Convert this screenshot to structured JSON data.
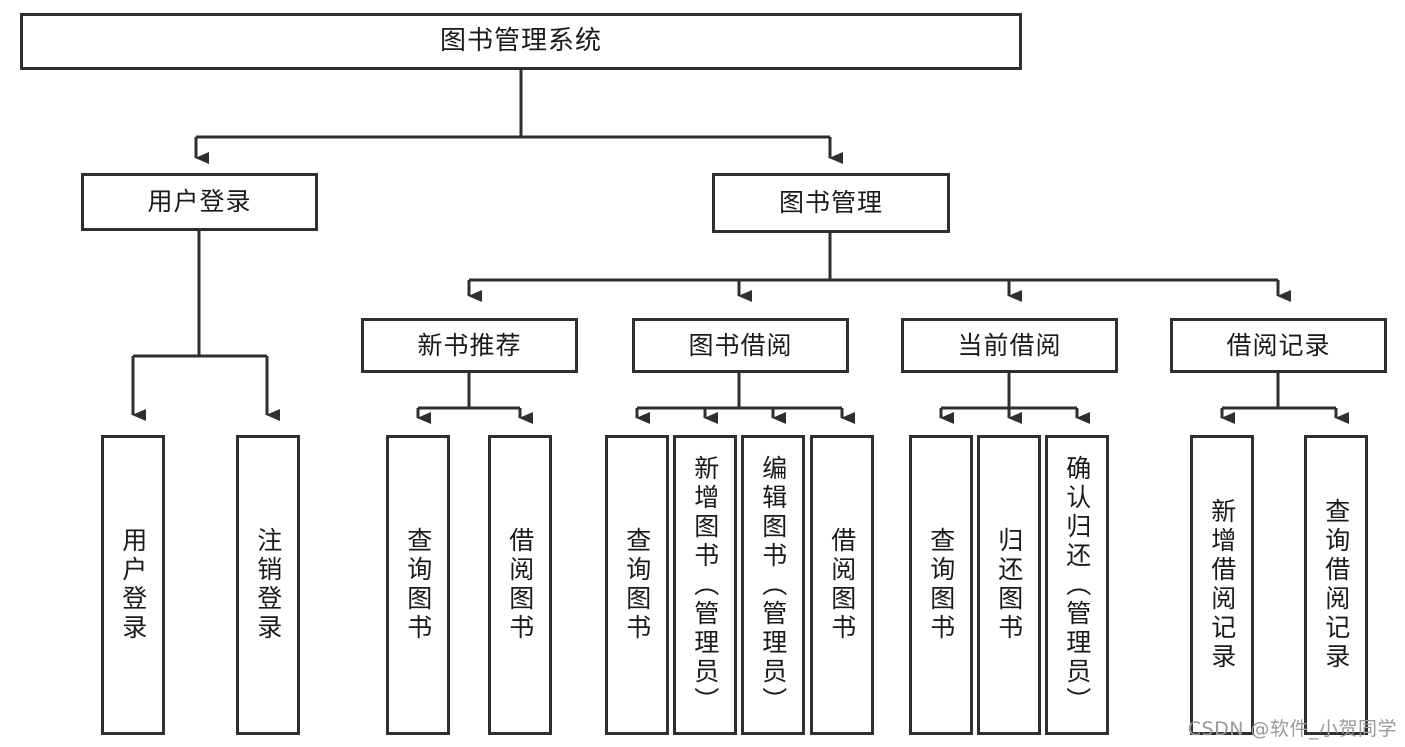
{
  "diagram": {
    "type": "tree-hierarchy",
    "title": "图书管理系统",
    "root": {
      "id": "root",
      "label": "图书管理系统",
      "level": 0
    },
    "level1": [
      {
        "id": "user-login",
        "label": "用户登录"
      },
      {
        "id": "book-management",
        "label": "图书管理"
      }
    ],
    "level2": [
      {
        "id": "new-book-recommend",
        "label": "新书推荐",
        "parent": "book-management"
      },
      {
        "id": "book-borrow",
        "label": "图书借阅",
        "parent": "book-management"
      },
      {
        "id": "current-borrow",
        "label": "当前借阅",
        "parent": "book-management"
      },
      {
        "id": "borrow-record",
        "label": "借阅记录",
        "parent": "book-management"
      }
    ],
    "leaves": [
      {
        "id": "leaf-user-login",
        "label": "用户登录",
        "parent": "user-login"
      },
      {
        "id": "leaf-logout",
        "label": "注销登录",
        "parent": "user-login"
      },
      {
        "id": "leaf-query-book-1",
        "label": "查询图书",
        "parent": "new-book-recommend"
      },
      {
        "id": "leaf-borrow-book-1",
        "label": "借阅图书",
        "parent": "new-book-recommend"
      },
      {
        "id": "leaf-query-book-2",
        "label": "查询图书",
        "parent": "book-borrow"
      },
      {
        "id": "leaf-add-book",
        "label": "新增图书（管理员）",
        "parent": "book-borrow"
      },
      {
        "id": "leaf-edit-book",
        "label": "编辑图书（管理员）",
        "parent": "book-borrow"
      },
      {
        "id": "leaf-borrow-book-2",
        "label": "借阅图书",
        "parent": "book-borrow"
      },
      {
        "id": "leaf-query-book-3",
        "label": "查询图书",
        "parent": "current-borrow"
      },
      {
        "id": "leaf-return-book",
        "label": "归还图书",
        "parent": "current-borrow"
      },
      {
        "id": "leaf-confirm-return",
        "label": "确认归还（管理员）",
        "parent": "current-borrow"
      },
      {
        "id": "leaf-add-record",
        "label": "新增借阅记录",
        "parent": "borrow-record"
      },
      {
        "id": "leaf-query-record",
        "label": "查询借阅记录",
        "parent": "borrow-record"
      }
    ],
    "colors": {
      "stroke": "#2f2f2f",
      "fill": "#ffffff",
      "text": "#1a1a1a",
      "watermark": "#9a9a9a"
    }
  },
  "watermark": {
    "text": "CSDN @软件_小贺同学"
  }
}
